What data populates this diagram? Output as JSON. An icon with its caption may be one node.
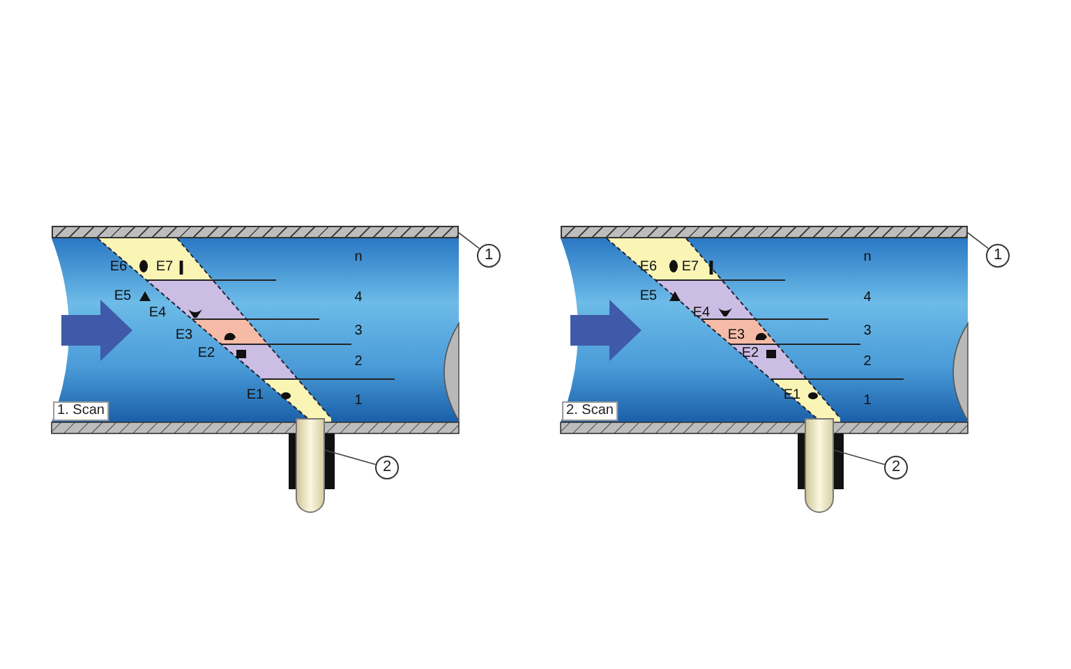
{
  "diagram": {
    "nodes": [
      {
        "text": [
          "1"
        ]
      },
      {
        "text": [],
        "shape": "bar"
      },
      {
        "text": [
          "2"
        ]
      },
      {
        "text": [],
        "shape": "cylinder"
      },
      {
        "text": [
          "1"
        ]
      },
      {
        "text": [],
        "shape": "bar"
      },
      {
        "text": [
          "2"
        ]
      },
      {
        "text": [],
        "shape": "cylinder"
      }
    ],
    "edges": [
      {
        "from": 0,
        "to": 1,
        "arrow": "none"
      },
      {
        "from": 2,
        "to": 3,
        "arrow": "none"
      },
      {
        "from": 4,
        "to": 5,
        "arrow": "none"
      },
      {
        "from": 6,
        "to": 7,
        "arrow": "none"
      }
    ],
    "labels": [
      "E6",
      "E7",
      "n",
      "E5",
      "4",
      "E4",
      "E3",
      "3",
      "E2",
      "2",
      "E1",
      "1",
      "1. Scan",
      "E6",
      "E7",
      "n",
      "E5",
      "4",
      "E4",
      "E3",
      "3",
      "E2",
      "2",
      "E1",
      "1",
      "2. Scan"
    ]
  }
}
